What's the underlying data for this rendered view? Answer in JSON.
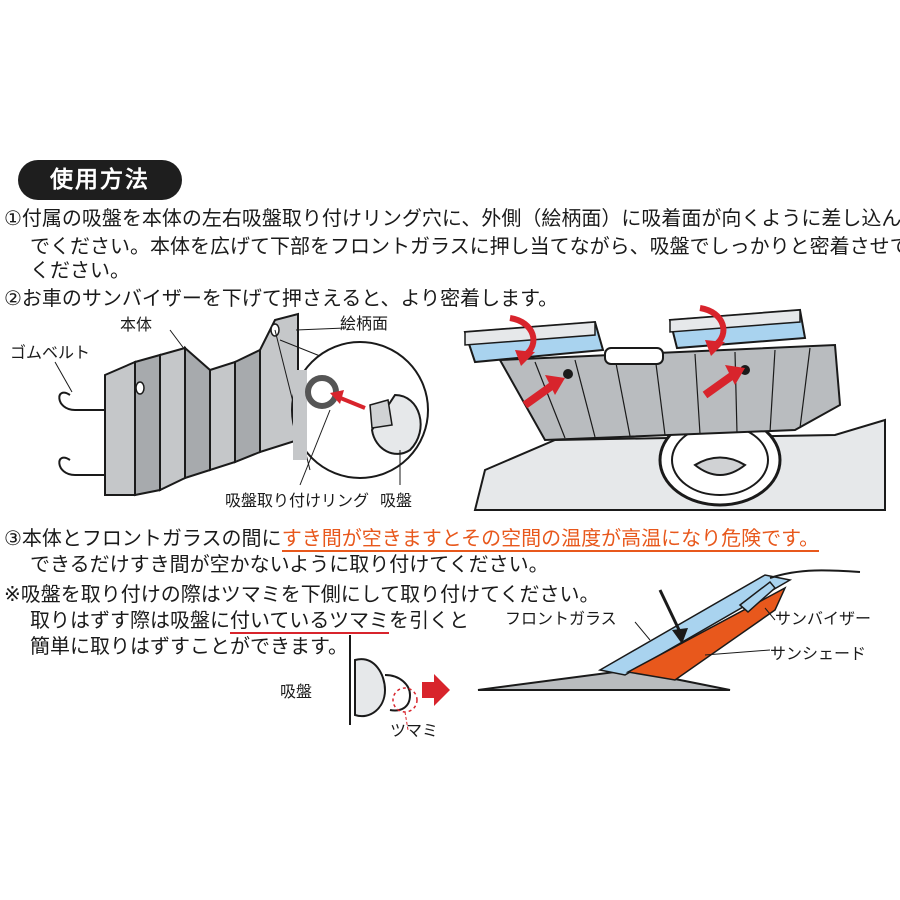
{
  "header": {
    "title": "使用方法"
  },
  "steps": {
    "step1_line1": "①付属の吸盤を本体の左右吸盤取り付けリング穴に、外側（絵柄面）に吸着面が向くように差し込ん",
    "step1_line2": "でください。本体を広げて下部をフロントガラスに押し当てながら、吸盤でしっかりと密着させて",
    "step1_line3": "ください。",
    "step2": "②お車のサンバイザーを下げて押さえると、より密着します。",
    "step3_prefix": "③本体とフロントガラスの間に",
    "step3_warning": "すき間が空きますとその空間の温度が高温になり危険です。",
    "step3_line2": "できるだけすき間が空かないように取り付けてください。",
    "note_line1": "※吸盤を取り付けの際はツマミを下側にして取り付けてください。",
    "note_line2_a": "取りはずす際は吸盤に",
    "note_line2_b": "付いている",
    "note_line2_c": "ツマミ",
    "note_line2_d": "を引くと",
    "note_line3": "簡単に取りはずすことができます。"
  },
  "figure1_labels": {
    "rubber_belt": "ゴムベルト",
    "body": "本体",
    "pattern_side": "絵柄面",
    "suction_ring": "吸盤取り付けリング",
    "suction_cup": "吸盤"
  },
  "figure3_labels": {
    "windshield": "フロントガラス",
    "sun_visor": "サンバイザー",
    "sunshade": "サンシェード"
  },
  "figure4_labels": {
    "suction_cup": "吸盤",
    "tab": "ツマミ"
  },
  "colors": {
    "accent_orange": "#e8581c",
    "arrow_red": "#d8242c",
    "visor_blue": "#a9d3ef",
    "shade_gray": "#b9bcbf"
  }
}
